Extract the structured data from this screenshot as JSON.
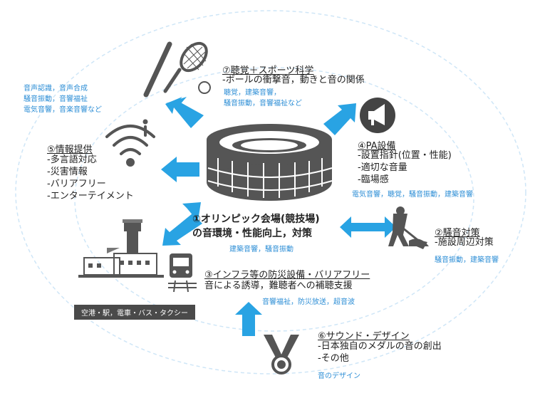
{
  "colors": {
    "arrow": "#29a3e3",
    "field_text": "#2f8fd6",
    "ring": "#cfe6f7",
    "icon": "#555555"
  },
  "center": {
    "title_line1": "①オリンピック会場(競技場)",
    "title_line2": "の音環境・性能向上，対策",
    "fields": "建築音響，騒音振動"
  },
  "sports": {
    "title": "⑦聴覚＋スポーツ科学",
    "lines": [
      "-ボールの衝撃音，動きと音の関係"
    ],
    "fields": [
      "聴覚，建築音響，",
      "騒音振動，音響福祉など"
    ]
  },
  "pa": {
    "title": "④PA設備",
    "lines": [
      "-設置指針(位置・性能)",
      "-適切な音量",
      "-臨場感"
    ],
    "fields": "電気音響，聴覚，騒音振動，建築音響"
  },
  "info": {
    "title": "⑤情報提供",
    "lines": [
      "-多言語対応",
      "-災害情報",
      "-バリアフリー",
      "-エンターテイメント"
    ],
    "fields": [
      "音声認識，音声合成",
      "騒音振動，音響福祉",
      "電気音響，音楽音響など"
    ]
  },
  "noise": {
    "title": "②騒音対策",
    "lines": [
      "-施設周辺対策"
    ],
    "fields": "騒音振動，建築音響"
  },
  "infra": {
    "title": "③インフラ等の防災設備・バリアフリー",
    "lines": [
      "音による誘導，難聴者への補聴支援"
    ],
    "fields": "音響福祉，防災放送，超音波",
    "banner": "空港・駅，電車・バス・タクシー"
  },
  "sound": {
    "title": "⑥サウンド・デザイン",
    "lines": [
      "-日本独自のメダルの音の創出",
      "-その他"
    ],
    "fields": "音のデザイン"
  }
}
